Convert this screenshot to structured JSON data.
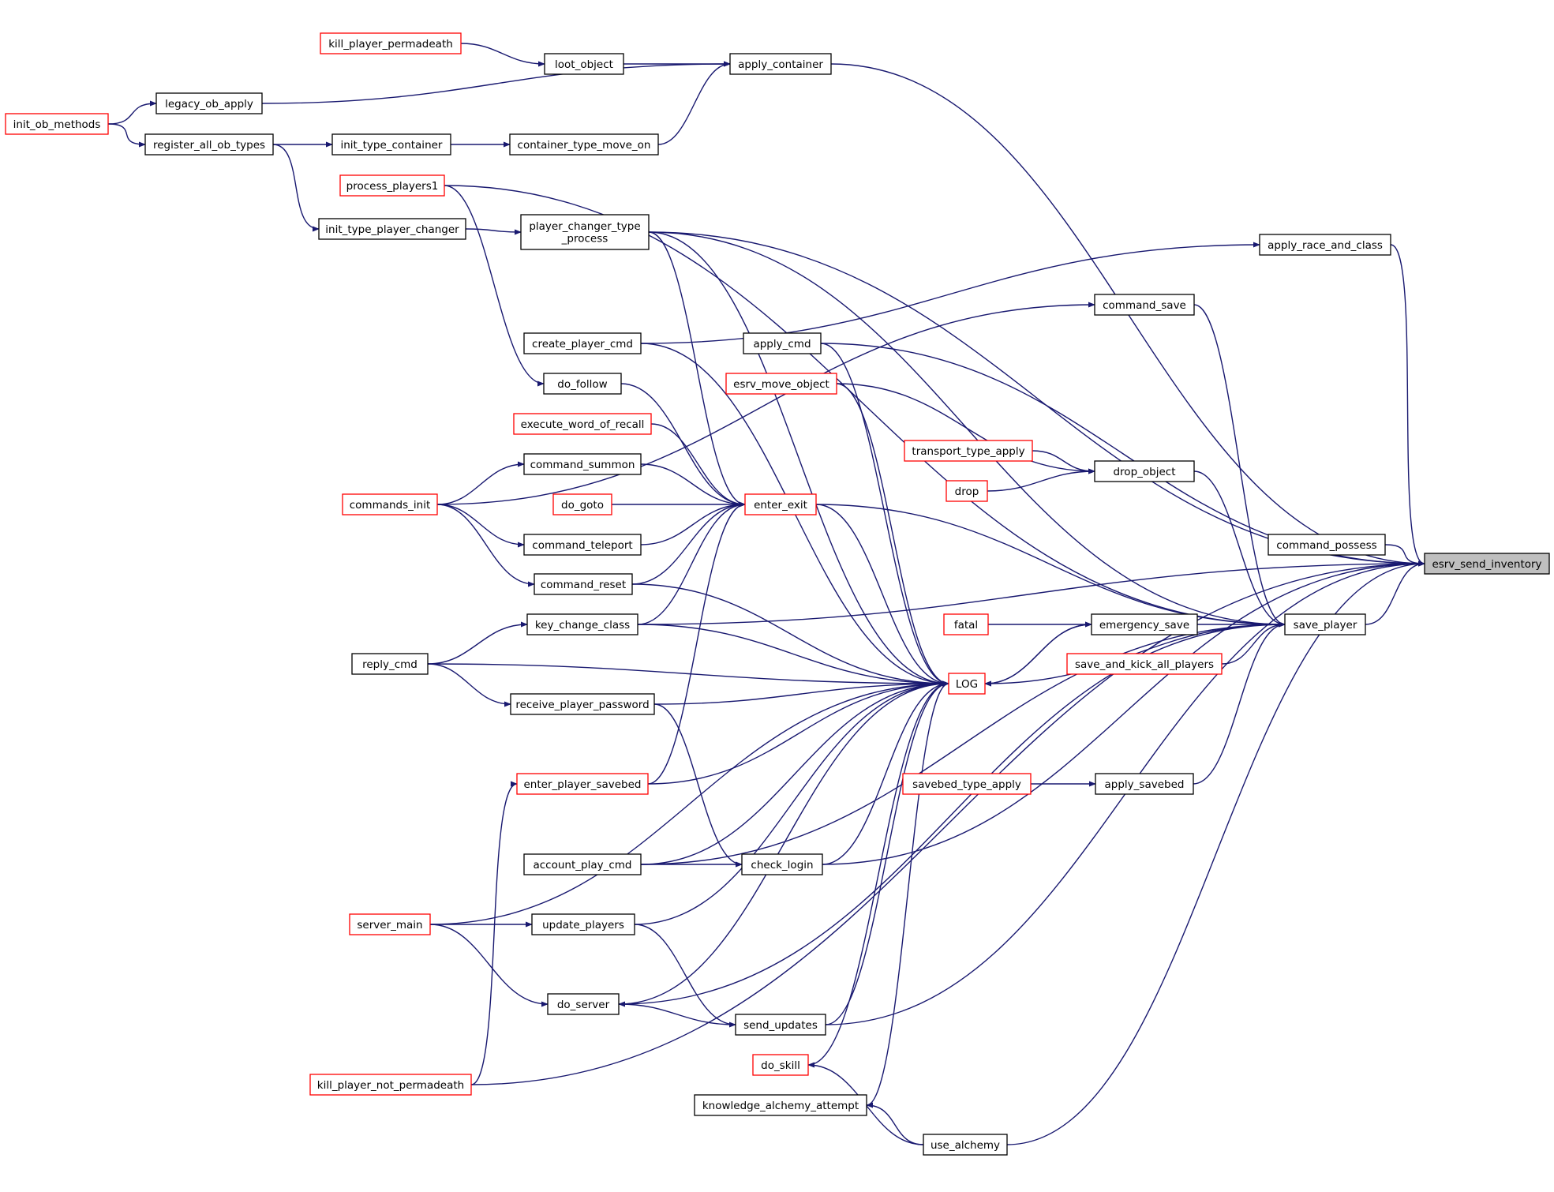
{
  "diagram": {
    "kind": "doxygen-caller-graph",
    "focus_node": "esrv_send_inventory",
    "colors": {
      "edge": "#191970",
      "border_normal": "#000000",
      "border_truncated": "#ff0000",
      "focus_fill": "#bfbfbf"
    },
    "nodes": [
      {
        "id": "kill_player_permadeath",
        "label": "kill_player_permadeath",
        "style": "truncated"
      },
      {
        "id": "loot_object",
        "label": "loot_object",
        "style": "normal"
      },
      {
        "id": "apply_container",
        "label": "apply_container",
        "style": "normal"
      },
      {
        "id": "legacy_ob_apply",
        "label": "legacy_ob_apply",
        "style": "normal"
      },
      {
        "id": "init_ob_methods",
        "label": "init_ob_methods",
        "style": "truncated"
      },
      {
        "id": "register_all_ob_types",
        "label": "register_all_ob_types",
        "style": "normal"
      },
      {
        "id": "init_type_container",
        "label": "init_type_container",
        "style": "normal"
      },
      {
        "id": "container_type_move_on",
        "label": "container_type_move_on",
        "style": "normal"
      },
      {
        "id": "process_players1",
        "label": "process_players1",
        "style": "truncated"
      },
      {
        "id": "init_type_player_changer",
        "label": "init_type_player_changer",
        "style": "normal"
      },
      {
        "id": "player_changer_type_process",
        "label": "player_changer_type\n_process",
        "style": "normal"
      },
      {
        "id": "apply_race_and_class",
        "label": "apply_race_and_class",
        "style": "normal"
      },
      {
        "id": "command_save",
        "label": "command_save",
        "style": "normal"
      },
      {
        "id": "create_player_cmd",
        "label": "create_player_cmd",
        "style": "normal"
      },
      {
        "id": "apply_cmd",
        "label": "apply_cmd",
        "style": "normal"
      },
      {
        "id": "do_follow",
        "label": "do_follow",
        "style": "normal"
      },
      {
        "id": "esrv_move_object",
        "label": "esrv_move_object",
        "style": "truncated"
      },
      {
        "id": "execute_word_of_recall",
        "label": "execute_word_of_recall",
        "style": "truncated"
      },
      {
        "id": "transport_type_apply",
        "label": "transport_type_apply",
        "style": "truncated"
      },
      {
        "id": "command_summon",
        "label": "command_summon",
        "style": "normal"
      },
      {
        "id": "drop_object",
        "label": "drop_object",
        "style": "normal"
      },
      {
        "id": "drop",
        "label": "drop",
        "style": "truncated"
      },
      {
        "id": "commands_init",
        "label": "commands_init",
        "style": "truncated"
      },
      {
        "id": "do_goto",
        "label": "do_goto",
        "style": "truncated"
      },
      {
        "id": "enter_exit",
        "label": "enter_exit",
        "style": "truncated"
      },
      {
        "id": "command_teleport",
        "label": "command_teleport",
        "style": "normal"
      },
      {
        "id": "command_possess",
        "label": "command_possess",
        "style": "normal"
      },
      {
        "id": "esrv_send_inventory",
        "label": "esrv_send_inventory",
        "style": "focus"
      },
      {
        "id": "command_reset",
        "label": "command_reset",
        "style": "normal"
      },
      {
        "id": "key_change_class",
        "label": "key_change_class",
        "style": "normal"
      },
      {
        "id": "fatal",
        "label": "fatal",
        "style": "truncated"
      },
      {
        "id": "emergency_save",
        "label": "emergency_save",
        "style": "normal"
      },
      {
        "id": "save_player",
        "label": "save_player",
        "style": "normal"
      },
      {
        "id": "reply_cmd",
        "label": "reply_cmd",
        "style": "normal"
      },
      {
        "id": "save_and_kick_all_players",
        "label": "save_and_kick_all_players",
        "style": "truncated"
      },
      {
        "id": "LOG",
        "label": "LOG",
        "style": "truncated"
      },
      {
        "id": "receive_player_password",
        "label": "receive_player_password",
        "style": "normal"
      },
      {
        "id": "enter_player_savebed",
        "label": "enter_player_savebed",
        "style": "truncated"
      },
      {
        "id": "savebed_type_apply",
        "label": "savebed_type_apply",
        "style": "truncated"
      },
      {
        "id": "apply_savebed",
        "label": "apply_savebed",
        "style": "normal"
      },
      {
        "id": "account_play_cmd",
        "label": "account_play_cmd",
        "style": "normal"
      },
      {
        "id": "check_login",
        "label": "check_login",
        "style": "normal"
      },
      {
        "id": "server_main",
        "label": "server_main",
        "style": "truncated"
      },
      {
        "id": "update_players",
        "label": "update_players",
        "style": "normal"
      },
      {
        "id": "do_server",
        "label": "do_server",
        "style": "normal"
      },
      {
        "id": "send_updates",
        "label": "send_updates",
        "style": "normal"
      },
      {
        "id": "do_skill",
        "label": "do_skill",
        "style": "truncated"
      },
      {
        "id": "kill_player_not_permadeath",
        "label": "kill_player_not_permadeath",
        "style": "truncated"
      },
      {
        "id": "knowledge_alchemy_attempt",
        "label": "knowledge_alchemy_attempt",
        "style": "normal"
      },
      {
        "id": "use_alchemy",
        "label": "use_alchemy",
        "style": "normal"
      }
    ],
    "edges": [
      [
        "apply_container",
        "esrv_send_inventory"
      ],
      [
        "loot_object",
        "apply_container"
      ],
      [
        "kill_player_permadeath",
        "loot_object"
      ],
      [
        "legacy_ob_apply",
        "apply_container"
      ],
      [
        "init_ob_methods",
        "legacy_ob_apply"
      ],
      [
        "init_ob_methods",
        "register_all_ob_types"
      ],
      [
        "register_all_ob_types",
        "init_type_container"
      ],
      [
        "init_type_container",
        "container_type_move_on"
      ],
      [
        "container_type_move_on",
        "apply_container"
      ],
      [
        "register_all_ob_types",
        "init_type_player_changer"
      ],
      [
        "init_type_player_changer",
        "player_changer_type_process"
      ],
      [
        "player_changer_type_process",
        "esrv_send_inventory"
      ],
      [
        "player_changer_type_process",
        "save_player"
      ],
      [
        "player_changer_type_process",
        "enter_exit"
      ],
      [
        "player_changer_type_process",
        "LOG"
      ],
      [
        "process_players1",
        "save_player"
      ],
      [
        "process_players1",
        "do_follow"
      ],
      [
        "apply_race_and_class",
        "esrv_send_inventory"
      ],
      [
        "create_player_cmd",
        "apply_race_and_class"
      ],
      [
        "create_player_cmd",
        "LOG"
      ],
      [
        "command_save",
        "save_player"
      ],
      [
        "commands_init",
        "command_save"
      ],
      [
        "apply_cmd",
        "esrv_send_inventory"
      ],
      [
        "apply_cmd",
        "LOG"
      ],
      [
        "do_follow",
        "enter_exit"
      ],
      [
        "esrv_move_object",
        "drop_object"
      ],
      [
        "esrv_move_object",
        "LOG"
      ],
      [
        "execute_word_of_recall",
        "enter_exit"
      ],
      [
        "transport_type_apply",
        "drop_object"
      ],
      [
        "drop",
        "drop_object"
      ],
      [
        "drop_object",
        "save_player"
      ],
      [
        "command_summon",
        "enter_exit"
      ],
      [
        "commands_init",
        "command_summon"
      ],
      [
        "commands_init",
        "command_teleport"
      ],
      [
        "commands_init",
        "command_reset"
      ],
      [
        "do_goto",
        "enter_exit"
      ],
      [
        "command_teleport",
        "enter_exit"
      ],
      [
        "command_reset",
        "enter_exit"
      ],
      [
        "command_reset",
        "LOG"
      ],
      [
        "key_change_class",
        "enter_exit"
      ],
      [
        "key_change_class",
        "esrv_send_inventory"
      ],
      [
        "key_change_class",
        "LOG"
      ],
      [
        "enter_exit",
        "save_player"
      ],
      [
        "enter_exit",
        "LOG"
      ],
      [
        "enter_player_savebed",
        "enter_exit"
      ],
      [
        "command_possess",
        "esrv_send_inventory"
      ],
      [
        "save_player",
        "esrv_send_inventory"
      ],
      [
        "fatal",
        "emergency_save"
      ],
      [
        "emergency_save",
        "save_player"
      ],
      [
        "emergency_save",
        "LOG"
      ],
      [
        "LOG",
        "emergency_save"
      ],
      [
        "save_player",
        "LOG"
      ],
      [
        "save_and_kick_all_players",
        "save_player"
      ],
      [
        "reply_cmd",
        "key_change_class"
      ],
      [
        "reply_cmd",
        "receive_player_password"
      ],
      [
        "reply_cmd",
        "LOG"
      ],
      [
        "receive_player_password",
        "LOG"
      ],
      [
        "receive_player_password",
        "check_login"
      ],
      [
        "server_main",
        "LOG"
      ],
      [
        "enter_player_savebed",
        "LOG"
      ],
      [
        "kill_player_not_permadeath",
        "enter_player_savebed"
      ],
      [
        "savebed_type_apply",
        "apply_savebed"
      ],
      [
        "apply_savebed",
        "save_player"
      ],
      [
        "account_play_cmd",
        "check_login"
      ],
      [
        "account_play_cmd",
        "LOG"
      ],
      [
        "account_play_cmd",
        "save_player"
      ],
      [
        "check_login",
        "esrv_send_inventory"
      ],
      [
        "check_login",
        "LOG"
      ],
      [
        "server_main",
        "update_players"
      ],
      [
        "server_main",
        "do_server"
      ],
      [
        "update_players",
        "send_updates"
      ],
      [
        "update_players",
        "LOG"
      ],
      [
        "do_server",
        "LOG"
      ],
      [
        "do_server",
        "save_player"
      ],
      [
        "send_updates",
        "do_server"
      ],
      [
        "send_updates",
        "LOG"
      ],
      [
        "send_updates",
        "esrv_send_inventory"
      ],
      [
        "do_skill",
        "LOG"
      ],
      [
        "knowledge_alchemy_attempt",
        "LOG"
      ],
      [
        "use_alchemy",
        "do_skill"
      ],
      [
        "use_alchemy",
        "knowledge_alchemy_attempt"
      ],
      [
        "use_alchemy",
        "esrv_send_inventory"
      ],
      [
        "kill_player_not_permadeath",
        "esrv_send_inventory"
      ]
    ]
  }
}
